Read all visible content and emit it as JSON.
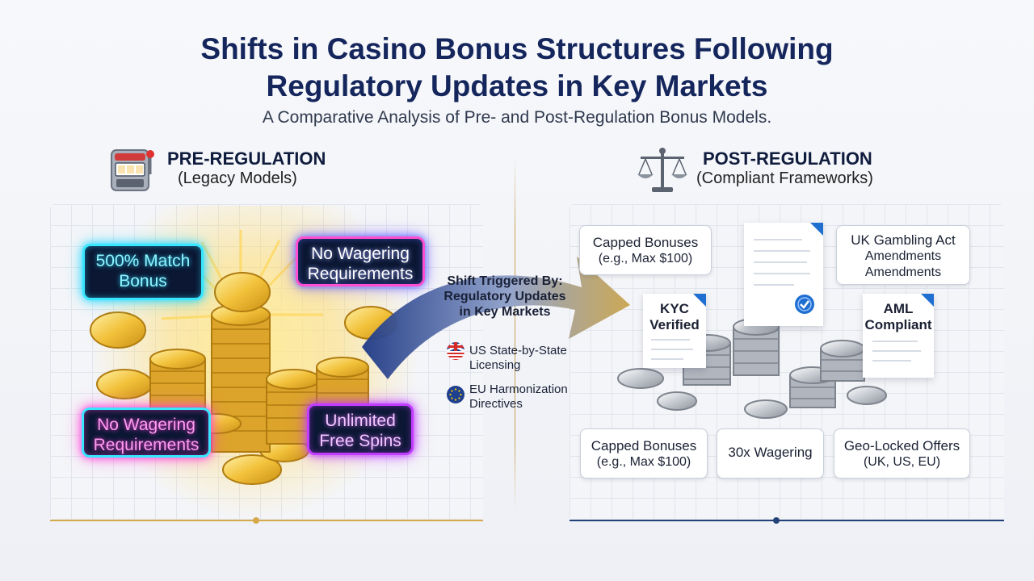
{
  "header": {
    "title_line1": "Shifts in Casino Bonus Structures Following",
    "title_line2": "Regulatory Updates in Key Markets",
    "subtitle": "A Comparative Analysis of Pre- and Post-Regulation Bonus Models."
  },
  "pre": {
    "heading": "PRE-REGULATION",
    "subheading": "(Legacy Models)",
    "icon": "slot-machine-icon",
    "badges": [
      {
        "line1": "500% Match",
        "line2": "Bonus",
        "color": "#37e6ff"
      },
      {
        "line1": "No Wagering",
        "line2": "Requirements",
        "color": "#6d7bff"
      },
      {
        "line1": "No Wagering",
        "line2": "Requirements",
        "color": "#ff3fd8"
      },
      {
        "line1": "Unlimited",
        "line2": "Free Spins",
        "color": "#c03cff"
      }
    ]
  },
  "transition": {
    "line1": "Shift Triggered By:",
    "line2": "Regulatory Updates",
    "line3": "in Key Markets",
    "items": [
      {
        "line1": "US State-by-State",
        "line2": "Licensing",
        "icon": "uk-us-flag-icon"
      },
      {
        "line1": "EU Harmonization",
        "line2": "Directives",
        "icon": "eu-flag-icon"
      }
    ]
  },
  "post": {
    "heading": "POST-REGULATION",
    "subheading": "(Compliant Frameworks)",
    "icon": "scales-of-justice-icon",
    "cards_top": [
      {
        "line1": "Capped Bonuses",
        "line2": "(e.g., Max $100)"
      },
      {
        "line1": "UK Gambling Act",
        "line2": "Amendments",
        "line3": "Amendments"
      }
    ],
    "docs": [
      {
        "line1": "KYC",
        "line2": "Verified"
      },
      {
        "line1": "AML",
        "line2": "Compliant"
      }
    ],
    "cards_bottom": [
      {
        "line1": "Capped Bonuses",
        "line2": "(e.g., Max $100)"
      },
      {
        "line1": "30x Wagering"
      },
      {
        "line1": "Geo-Locked Offers",
        "line2": "(UK, US, EU)"
      }
    ]
  },
  "colors": {
    "title": "#14265c",
    "gold": "#f2c13a",
    "silver": "#c4c8cf",
    "accent_blue": "#1f6fd1"
  }
}
